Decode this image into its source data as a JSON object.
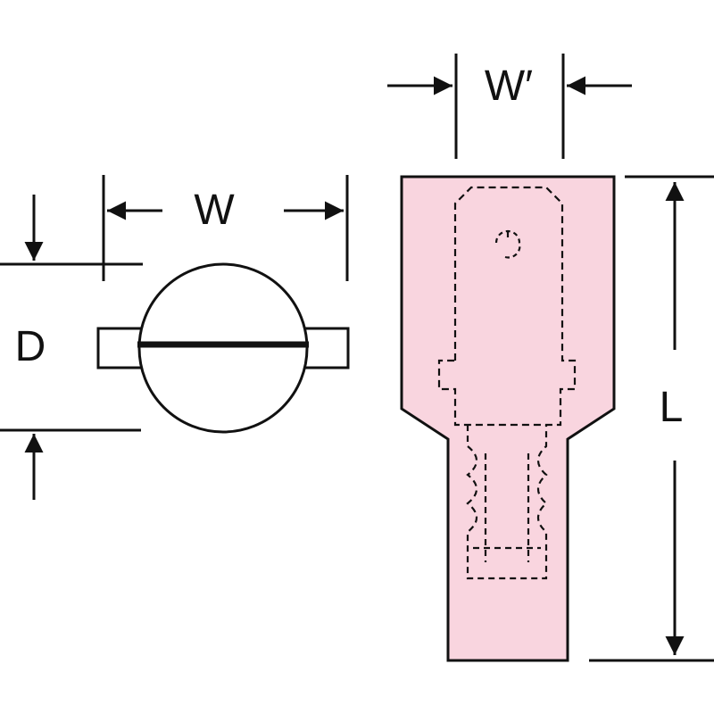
{
  "labels": {
    "w_prime": "W′",
    "w": "W",
    "d": "D",
    "l": "L"
  },
  "colors": {
    "line": "#111111",
    "terminal_fill": "#f9d5df",
    "background": "#ffffff"
  }
}
